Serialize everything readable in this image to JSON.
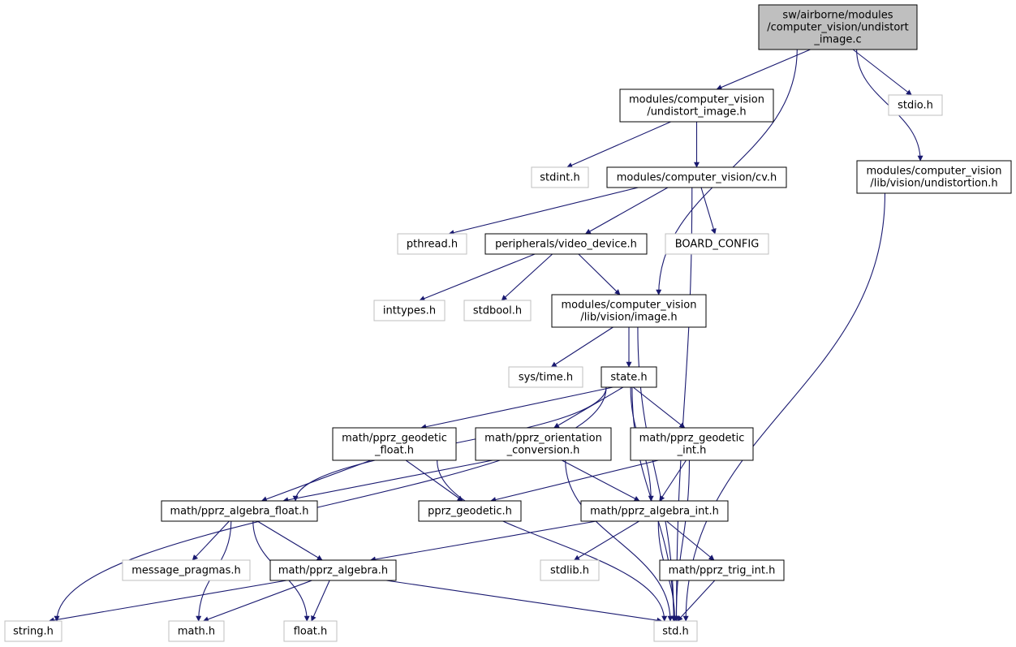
{
  "diagram": {
    "title": "",
    "nodes": [
      {
        "id": "root",
        "lines": [
          "sw/airborne/modules",
          "/computer_vision/undistort",
          "_image.c"
        ],
        "kind": "root"
      },
      {
        "id": "undistort_h",
        "lines": [
          "modules/computer_vision",
          "/undistort_image.h"
        ],
        "kind": "file"
      },
      {
        "id": "stdio",
        "lines": [
          "stdio.h"
        ],
        "kind": "external"
      },
      {
        "id": "stdint",
        "lines": [
          "stdint.h"
        ],
        "kind": "external"
      },
      {
        "id": "cv_h",
        "lines": [
          "modules/computer_vision/cv.h"
        ],
        "kind": "file"
      },
      {
        "id": "undistortion_h",
        "lines": [
          "modules/computer_vision",
          "/lib/vision/undistortion.h"
        ],
        "kind": "file"
      },
      {
        "id": "pthread",
        "lines": [
          "pthread.h"
        ],
        "kind": "external"
      },
      {
        "id": "video_device",
        "lines": [
          "peripherals/video_device.h"
        ],
        "kind": "file"
      },
      {
        "id": "board_config",
        "lines": [
          "BOARD_CONFIG"
        ],
        "kind": "external"
      },
      {
        "id": "inttypes",
        "lines": [
          "inttypes.h"
        ],
        "kind": "external"
      },
      {
        "id": "stdbool",
        "lines": [
          "stdbool.h"
        ],
        "kind": "external"
      },
      {
        "id": "image_h",
        "lines": [
          "modules/computer_vision",
          "/lib/vision/image.h"
        ],
        "kind": "file"
      },
      {
        "id": "systime",
        "lines": [
          "sys/time.h"
        ],
        "kind": "external"
      },
      {
        "id": "state_h",
        "lines": [
          "state.h"
        ],
        "kind": "file"
      },
      {
        "id": "geo_float",
        "lines": [
          "math/pprz_geodetic",
          "_float.h"
        ],
        "kind": "file"
      },
      {
        "id": "orient_conv",
        "lines": [
          "math/pprz_orientation",
          "_conversion.h"
        ],
        "kind": "file"
      },
      {
        "id": "geo_int",
        "lines": [
          "math/pprz_geodetic",
          "_int.h"
        ],
        "kind": "file"
      },
      {
        "id": "alg_float",
        "lines": [
          "math/pprz_algebra_float.h"
        ],
        "kind": "file"
      },
      {
        "id": "pprz_geodetic",
        "lines": [
          "pprz_geodetic.h"
        ],
        "kind": "file"
      },
      {
        "id": "alg_int",
        "lines": [
          "math/pprz_algebra_int.h"
        ],
        "kind": "file"
      },
      {
        "id": "msg_pragmas",
        "lines": [
          "message_pragmas.h"
        ],
        "kind": "external"
      },
      {
        "id": "alg",
        "lines": [
          "math/pprz_algebra.h"
        ],
        "kind": "file"
      },
      {
        "id": "stdlib",
        "lines": [
          "stdlib.h"
        ],
        "kind": "external"
      },
      {
        "id": "trig_int",
        "lines": [
          "math/pprz_trig_int.h"
        ],
        "kind": "file"
      },
      {
        "id": "string",
        "lines": [
          "string.h"
        ],
        "kind": "external"
      },
      {
        "id": "math",
        "lines": [
          "math.h"
        ],
        "kind": "external"
      },
      {
        "id": "float",
        "lines": [
          "float.h"
        ],
        "kind": "external"
      },
      {
        "id": "std",
        "lines": [
          "std.h"
        ],
        "kind": "external"
      }
    ],
    "edges": [
      [
        "root",
        "undistort_h"
      ],
      [
        "root",
        "stdio"
      ],
      [
        "root",
        "undistortion_h"
      ],
      [
        "root",
        "image_h"
      ],
      [
        "undistort_h",
        "stdint"
      ],
      [
        "undistort_h",
        "cv_h"
      ],
      [
        "cv_h",
        "pthread"
      ],
      [
        "cv_h",
        "video_device"
      ],
      [
        "cv_h",
        "board_config"
      ],
      [
        "cv_h",
        "std"
      ],
      [
        "undistortion_h",
        "std"
      ],
      [
        "video_device",
        "inttypes"
      ],
      [
        "video_device",
        "stdbool"
      ],
      [
        "video_device",
        "image_h"
      ],
      [
        "image_h",
        "systime"
      ],
      [
        "image_h",
        "state_h"
      ],
      [
        "image_h",
        "std"
      ],
      [
        "state_h",
        "geo_float"
      ],
      [
        "state_h",
        "orient_conv"
      ],
      [
        "state_h",
        "geo_int"
      ],
      [
        "state_h",
        "alg_float"
      ],
      [
        "state_h",
        "alg_int"
      ],
      [
        "state_h",
        "string"
      ],
      [
        "state_h",
        "std"
      ],
      [
        "geo_float",
        "alg_float"
      ],
      [
        "geo_float",
        "pprz_geodetic"
      ],
      [
        "geo_float",
        "std"
      ],
      [
        "orient_conv",
        "alg_float"
      ],
      [
        "orient_conv",
        "alg_int"
      ],
      [
        "orient_conv",
        "std"
      ],
      [
        "geo_int",
        "pprz_geodetic"
      ],
      [
        "geo_int",
        "alg_int"
      ],
      [
        "geo_int",
        "std"
      ],
      [
        "alg_float",
        "msg_pragmas"
      ],
      [
        "alg_float",
        "alg"
      ],
      [
        "alg_float",
        "math"
      ],
      [
        "alg_float",
        "float"
      ],
      [
        "alg_int",
        "alg"
      ],
      [
        "alg_int",
        "stdlib"
      ],
      [
        "alg_int",
        "trig_int"
      ],
      [
        "alg_int",
        "std"
      ],
      [
        "alg",
        "string"
      ],
      [
        "alg",
        "math"
      ],
      [
        "alg",
        "float"
      ],
      [
        "alg",
        "std"
      ],
      [
        "trig_int",
        "std"
      ]
    ],
    "colors": {
      "edge": "#191970",
      "root_fill": "#bfbfbf",
      "file_border": "#000000",
      "external_border": "#bfbfbf",
      "text": "#000000"
    }
  }
}
